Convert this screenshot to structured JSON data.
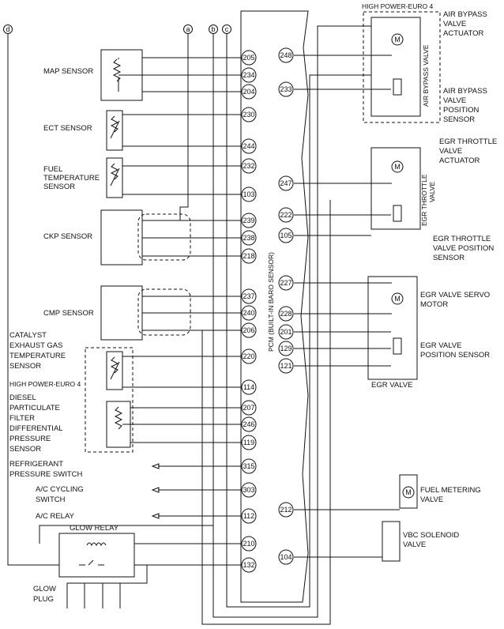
{
  "pcm_label": "PCM (BUILT-IN BARO SENSOR)",
  "bus_labels": [
    "d",
    "a",
    "b",
    "c"
  ],
  "left": {
    "map_sensor": "MAP SENSOR",
    "ect_sensor": "ECT SENSOR",
    "fuel_temp": [
      "FUEL",
      "TEMPERATURE",
      "SENSOR"
    ],
    "ckp_sensor": "CKP SENSOR",
    "cmp_sensor": "CMP SENSOR",
    "catalyst": [
      "CATALYST",
      "EXHAUST GAS",
      "TEMPERATURE",
      "SENSOR"
    ],
    "high_power_left": "HIGH POWER-EURO 4",
    "dpf": [
      "DIESEL",
      "PARTICULATE",
      "FILTER",
      "DIFFERENTIAL",
      "PRESSURE",
      "SENSOR"
    ],
    "refrigerant": [
      "REFRIGERANT",
      "PRESSURE SWITCH"
    ],
    "ac_cycling": [
      "A/C CYCLING",
      "SWITCH"
    ],
    "ac_relay": "A/C RELAY",
    "glow_relay": "GLOW RELAY",
    "glow_plug": [
      "GLOW",
      "PLUG"
    ]
  },
  "right": {
    "high_power_right": "HIGH POWER-EURO 4",
    "air_bypass_actuator": [
      "AIR BYPASS",
      "VALVE",
      "ACTUATOR"
    ],
    "air_bypass_valve": "AIR BYPASS VALVE",
    "air_bypass_pos": [
      "AIR BYPASS",
      "VALVE",
      "POSITION",
      "SENSOR"
    ],
    "egr_throttle_actuator": [
      "EGR THROTTLE",
      "VALVE",
      "ACTUATOR"
    ],
    "egr_throttle_valve": [
      "EGR THROTTLE",
      "VALVE"
    ],
    "egr_throttle_pos": [
      "EGR THROTTLE",
      "VALVE POSITION",
      "SENSOR"
    ],
    "egr_servo": [
      "EGR VALVE SERVO",
      "MOTOR"
    ],
    "egr_valve_pos": [
      "EGR VALVE",
      "POSITION SENSOR"
    ],
    "egr_valve": "EGR VALVE",
    "fuel_metering": [
      "FUEL METERING",
      "VALVE"
    ],
    "vbc_solenoid": [
      "VBC SOLENOID",
      "VALVE"
    ],
    "motor_symbol": "M"
  },
  "left_pins": [
    "205",
    "234",
    "204",
    "230",
    "244",
    "232",
    "103",
    "239",
    "238",
    "218",
    "237",
    "240",
    "206",
    "220",
    "114",
    "207",
    "246",
    "119",
    "315",
    "303",
    "112",
    "210",
    "132"
  ],
  "right_pins": [
    "248",
    "233",
    "247",
    "222",
    "105",
    "227",
    "228",
    "201",
    "129",
    "121",
    "212",
    "104"
  ]
}
